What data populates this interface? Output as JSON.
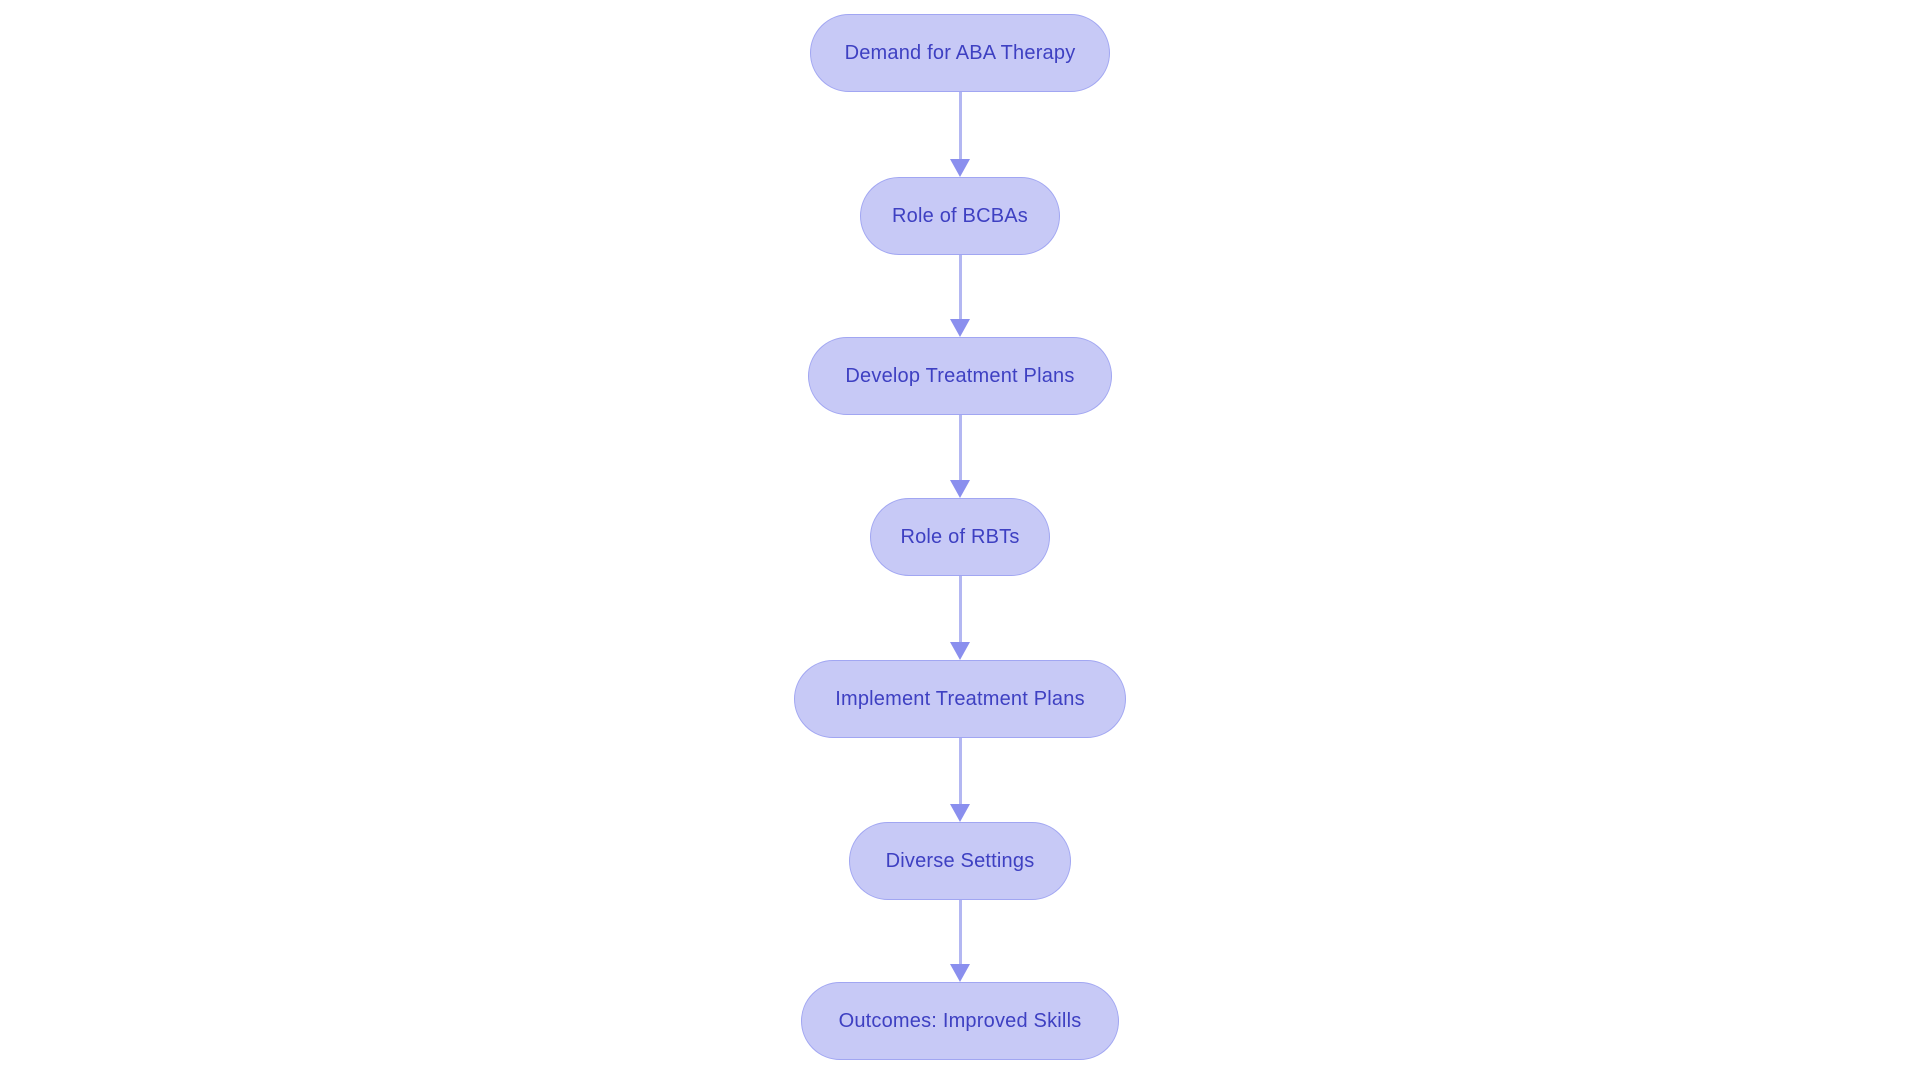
{
  "flowchart": {
    "type": "flowchart",
    "direction": "top-down",
    "nodes": [
      {
        "id": "demand-aba-therapy",
        "label": "Demand for ABA Therapy"
      },
      {
        "id": "role-of-bcbas",
        "label": "Role of BCBAs"
      },
      {
        "id": "develop-treatment-plans",
        "label": "Develop Treatment Plans"
      },
      {
        "id": "role-of-rbts",
        "label": "Role of RBTs"
      },
      {
        "id": "implement-treatment-plans",
        "label": "Implement Treatment Plans"
      },
      {
        "id": "diverse-settings",
        "label": "Diverse Settings"
      },
      {
        "id": "outcomes-improved-skills",
        "label": "Outcomes: Improved Skills"
      }
    ],
    "edges": [
      {
        "from": "demand-aba-therapy",
        "to": "role-of-bcbas"
      },
      {
        "from": "role-of-bcbas",
        "to": "develop-treatment-plans"
      },
      {
        "from": "develop-treatment-plans",
        "to": "role-of-rbts"
      },
      {
        "from": "role-of-rbts",
        "to": "implement-treatment-plans"
      },
      {
        "from": "implement-treatment-plans",
        "to": "diverse-settings"
      },
      {
        "from": "diverse-settings",
        "to": "outcomes-improved-skills"
      }
    ],
    "colors": {
      "node_fill": "#c7c9f6",
      "node_border": "#a1a6f2",
      "node_text": "#3e40c2",
      "arrow_line": "#b3b7f2",
      "arrow_head": "#8a8fee",
      "background": "#ffffff"
    }
  }
}
